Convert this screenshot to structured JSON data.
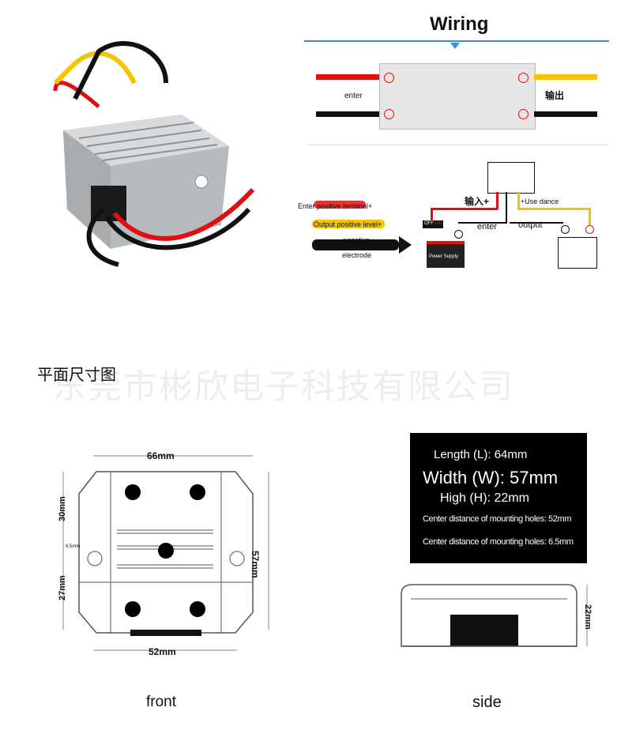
{
  "wiring": {
    "title": "Wiring",
    "enter": "enter",
    "output_cn": "输出",
    "legend": {
      "enter_positive": "Enter positive terminal+",
      "output_positive": "Output positive level+",
      "negative": "negative",
      "electrode": "electrode"
    },
    "circuit": {
      "input_cn": "输入+",
      "use_dance": "+Use dance",
      "enter": "enter",
      "output": "output",
      "off": "OFF",
      "on": "ON",
      "power_supply": "Power Supply"
    }
  },
  "dimensions": {
    "heading": "平面尺寸图",
    "watermark": "东莞市彬欣电子科技有限公司",
    "front": {
      "width_label": "66mm",
      "height_label": "57mm",
      "top_label": "30mm",
      "bottom_label": "27mm",
      "hole_label": "6.5mm",
      "bottom_width_label": "52mm",
      "caption": "front"
    },
    "side": {
      "height_label": "22mm",
      "caption": "side"
    },
    "specs": {
      "length": "Length (L): 64mm",
      "width": "Width (W): 57mm",
      "high": "High (H): 22mm",
      "hole1": "Center distance of mounting holes: 52mm",
      "hole2": "Center distance of mounting holes: 6.5mm"
    }
  },
  "colors": {
    "red": "#e01010",
    "yellow": "#f5c400",
    "black": "#111111",
    "line_blue": "#3a8fd6",
    "metal": "#c9cbcd"
  }
}
